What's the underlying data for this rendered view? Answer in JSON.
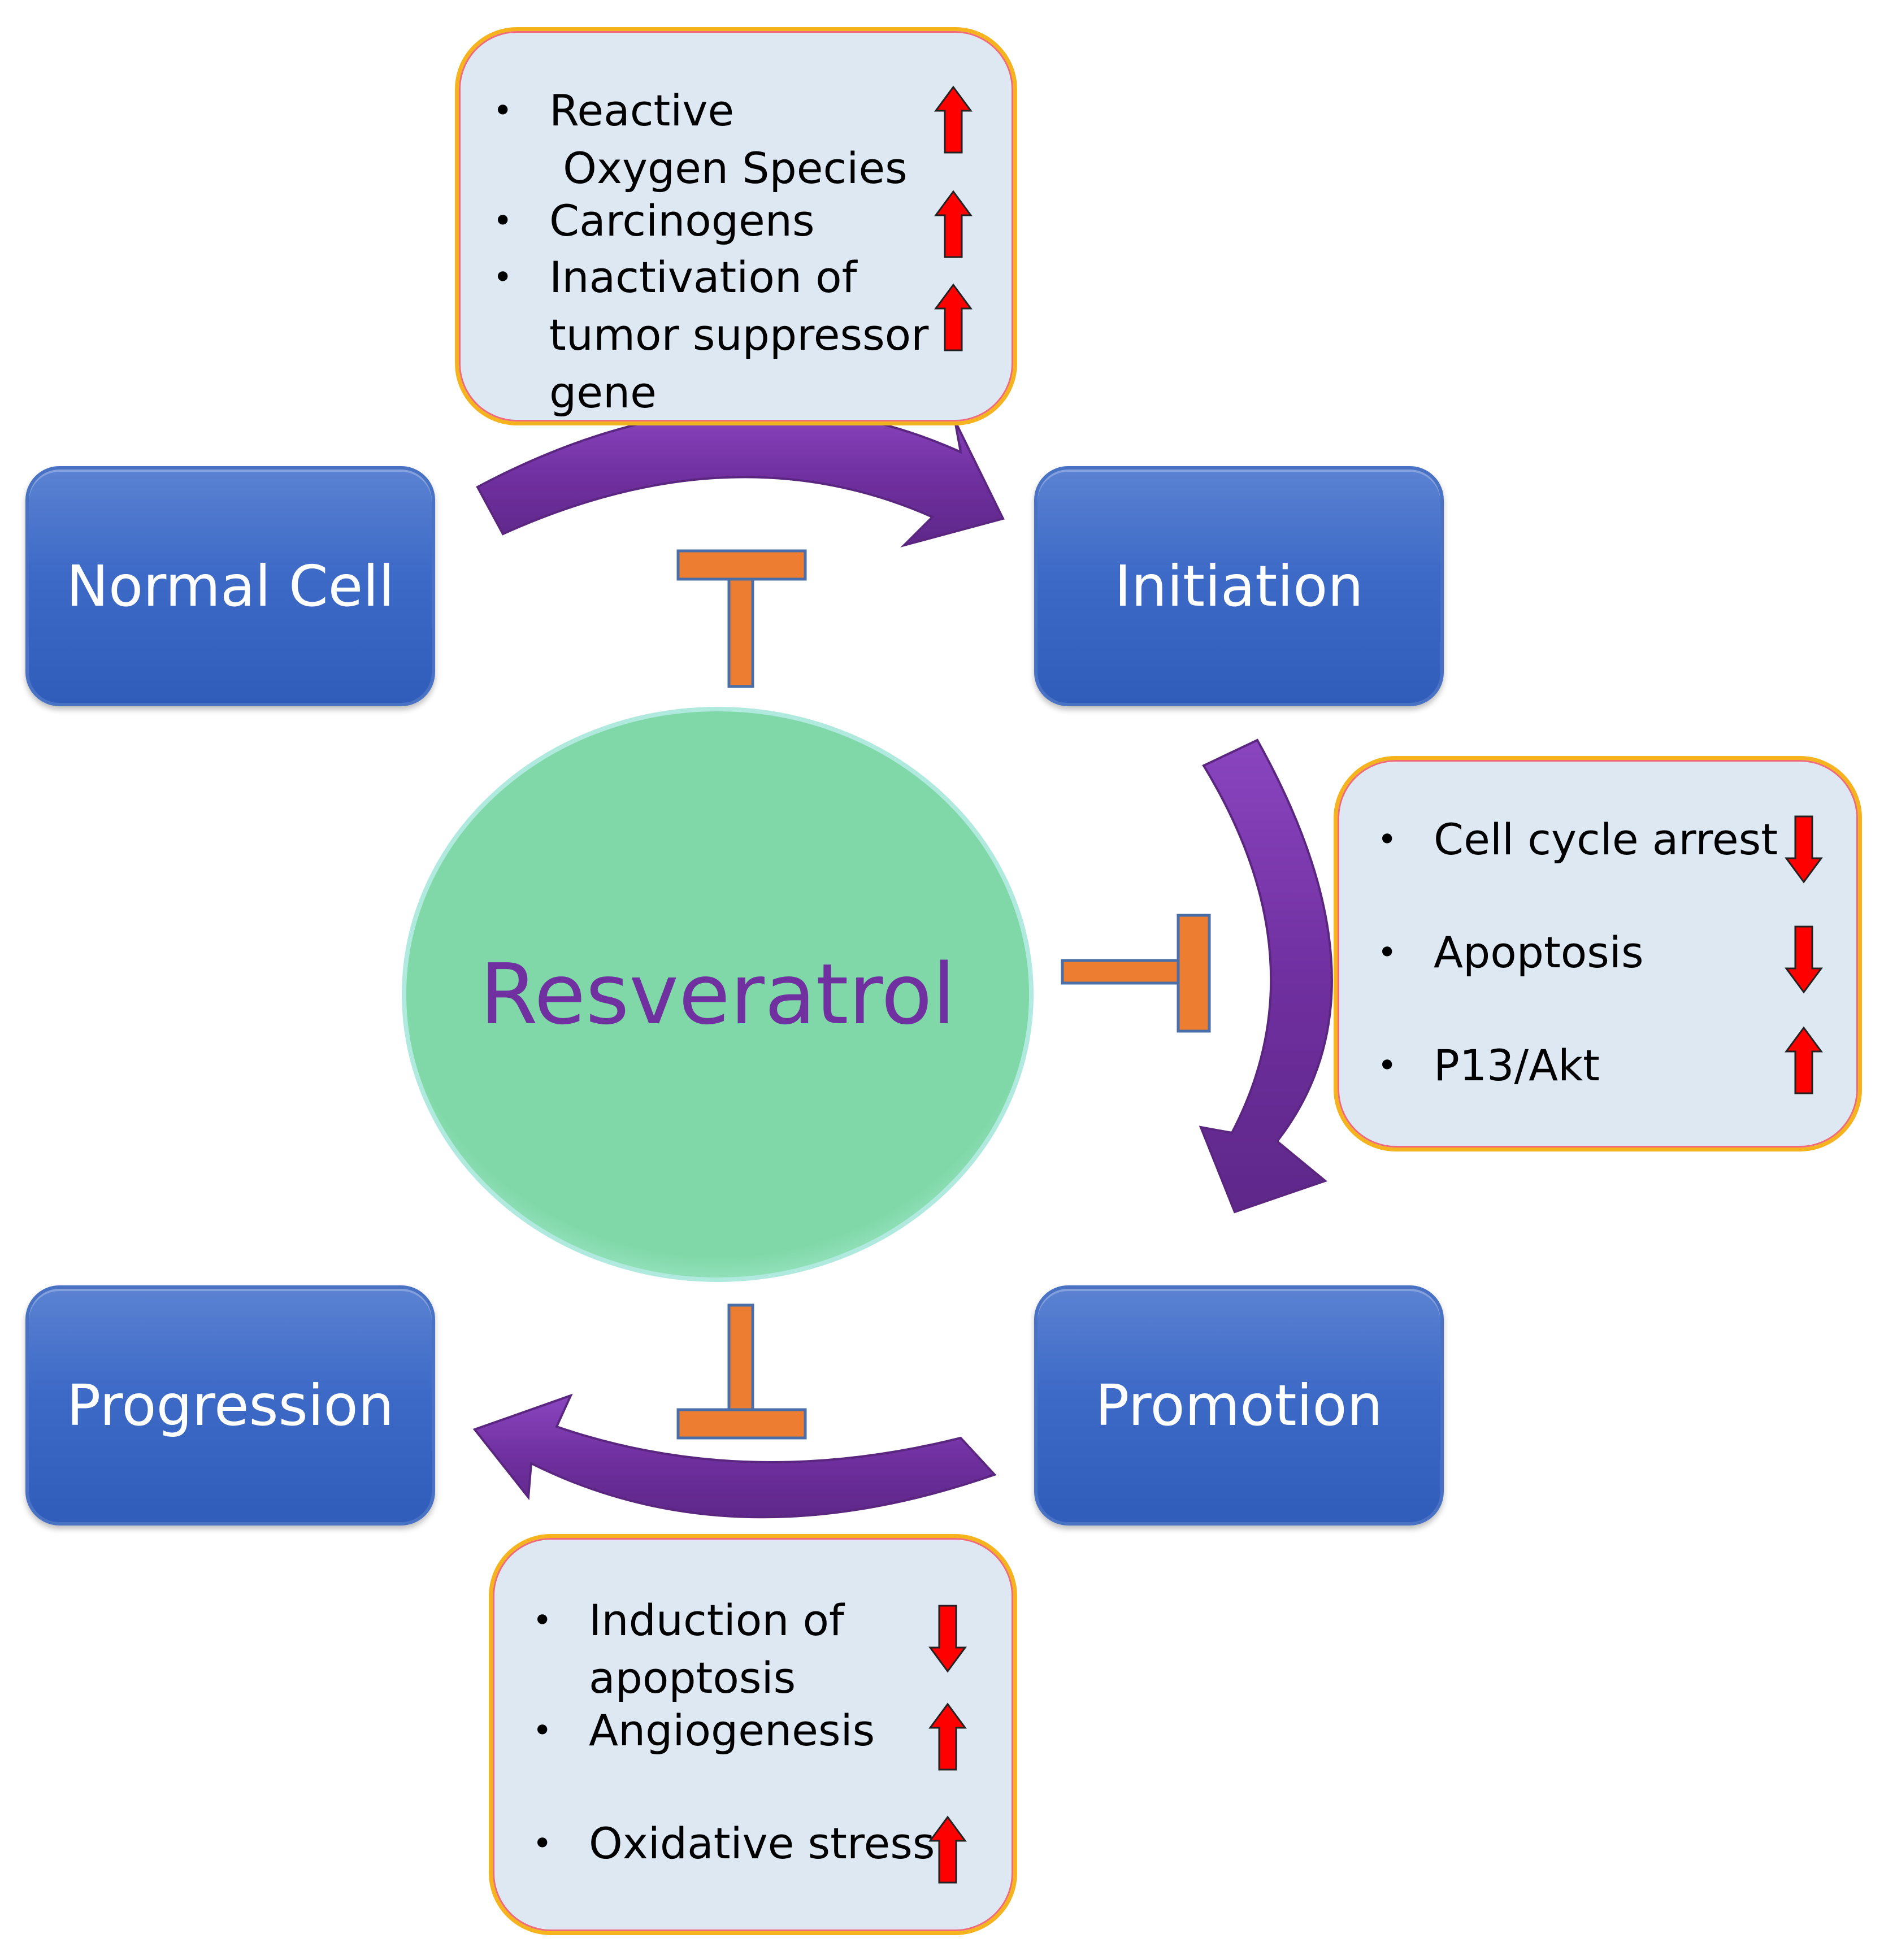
{
  "center": {
    "label": "Resveratrol"
  },
  "stages": {
    "normal_cell": "Normal Cell",
    "initiation": "Initiation",
    "promotion": "Promotion",
    "progression": "Progression"
  },
  "boxes": {
    "initiation_factors": [
      {
        "lines": [
          "Reactive",
          " Oxygen Species"
        ],
        "trend": "up"
      },
      {
        "lines": [
          "Carcinogens"
        ],
        "trend": "up"
      },
      {
        "lines": [
          "Inactivation of",
          "tumor suppressor",
          "gene"
        ],
        "trend": "up"
      }
    ],
    "promotion_factors": [
      {
        "lines": [
          "Cell cycle arrest"
        ],
        "trend": "down"
      },
      {
        "lines": [
          "Apoptosis"
        ],
        "trend": "down"
      },
      {
        "lines": [
          "P13/Akt"
        ],
        "trend": "up"
      }
    ],
    "progression_factors": [
      {
        "lines": [
          "Induction of",
          "apoptosis"
        ],
        "trend": "down"
      },
      {
        "lines": [
          "Angiogenesis"
        ],
        "trend": "up"
      },
      {
        "lines": [
          "Oxidative stress"
        ],
        "trend": "up"
      }
    ]
  },
  "colors": {
    "stage_fill": "#3d6ac7",
    "cycle_arrow": "#7030a0",
    "inhibit_bar": "#ed7d31",
    "circle_fill": "#80d8a8",
    "trend_arrow": "#ff0000",
    "box_border": "#f5b41e",
    "box_fill": "#dde8f2"
  },
  "legend_symbols": {
    "up": "arrow-up-icon",
    "down": "arrow-down-icon"
  }
}
